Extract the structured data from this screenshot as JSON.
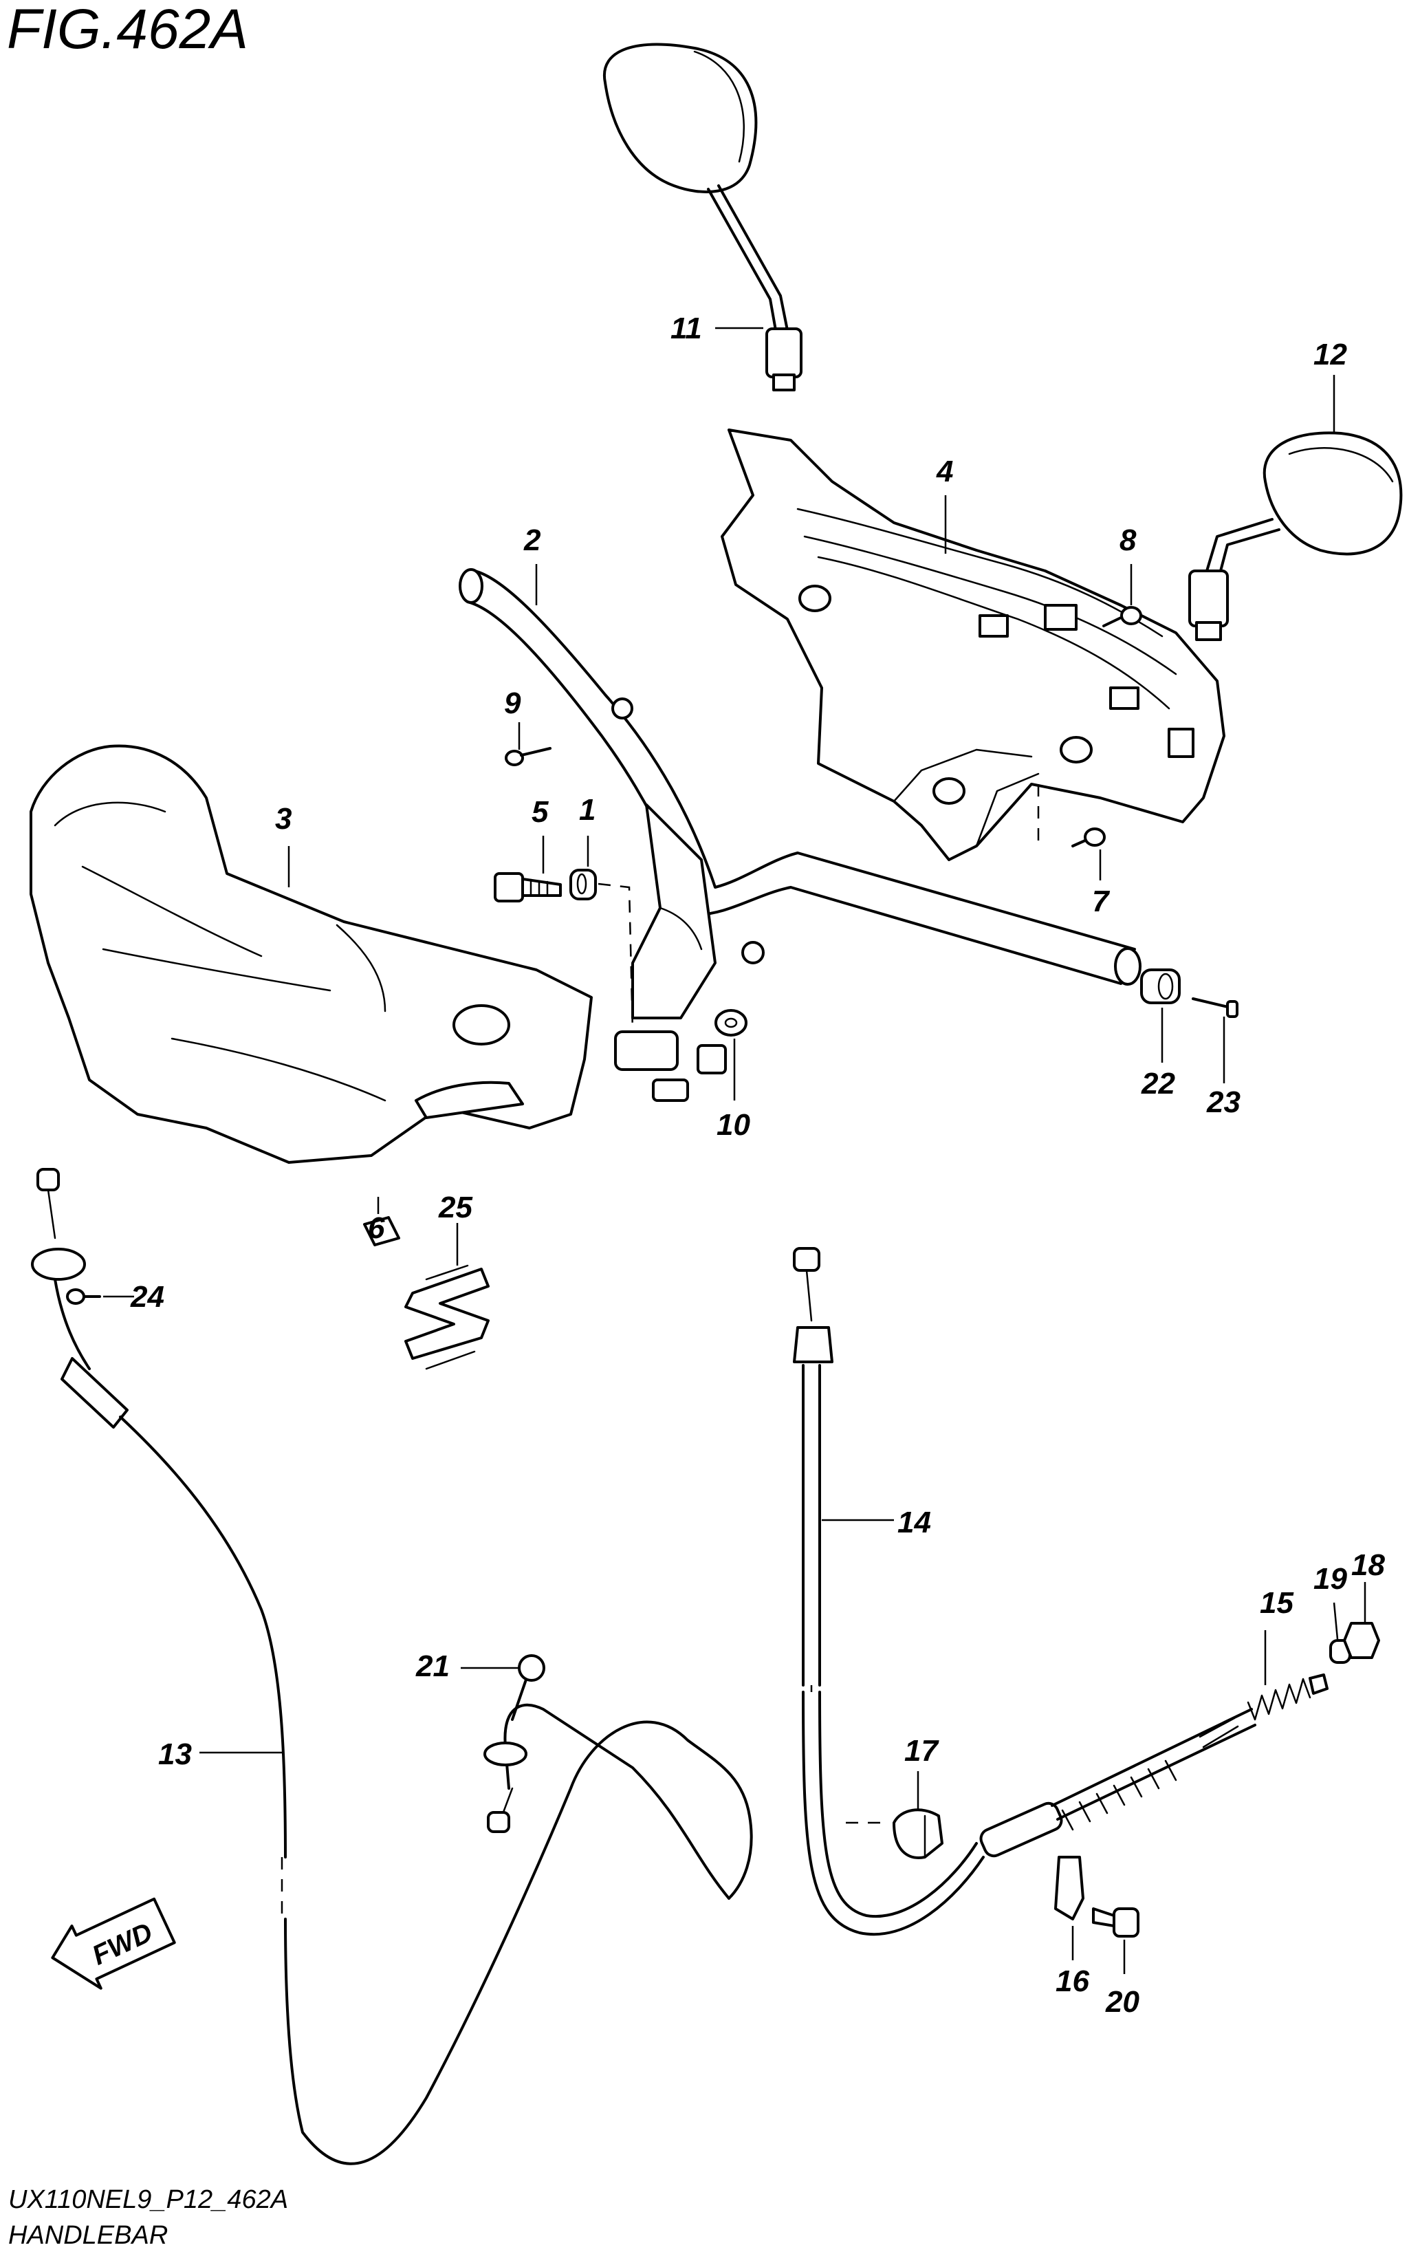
{
  "figure": {
    "title": "FIG.462A",
    "code": "UX110NEL9_P12_462A",
    "name": "HANDLEBAR"
  },
  "direction_badge": {
    "label": "FWD",
    "icon": "forward-arrow-icon"
  },
  "callouts": [
    "1",
    "2",
    "3",
    "4",
    "5",
    "6",
    "7",
    "8",
    "9",
    "10",
    "11",
    "12",
    "13",
    "14",
    "15",
    "16",
    "17",
    "18",
    "19",
    "20",
    "21",
    "22",
    "23",
    "24",
    "25"
  ],
  "colors": {
    "line": "#000000",
    "background": "#ffffff"
  }
}
